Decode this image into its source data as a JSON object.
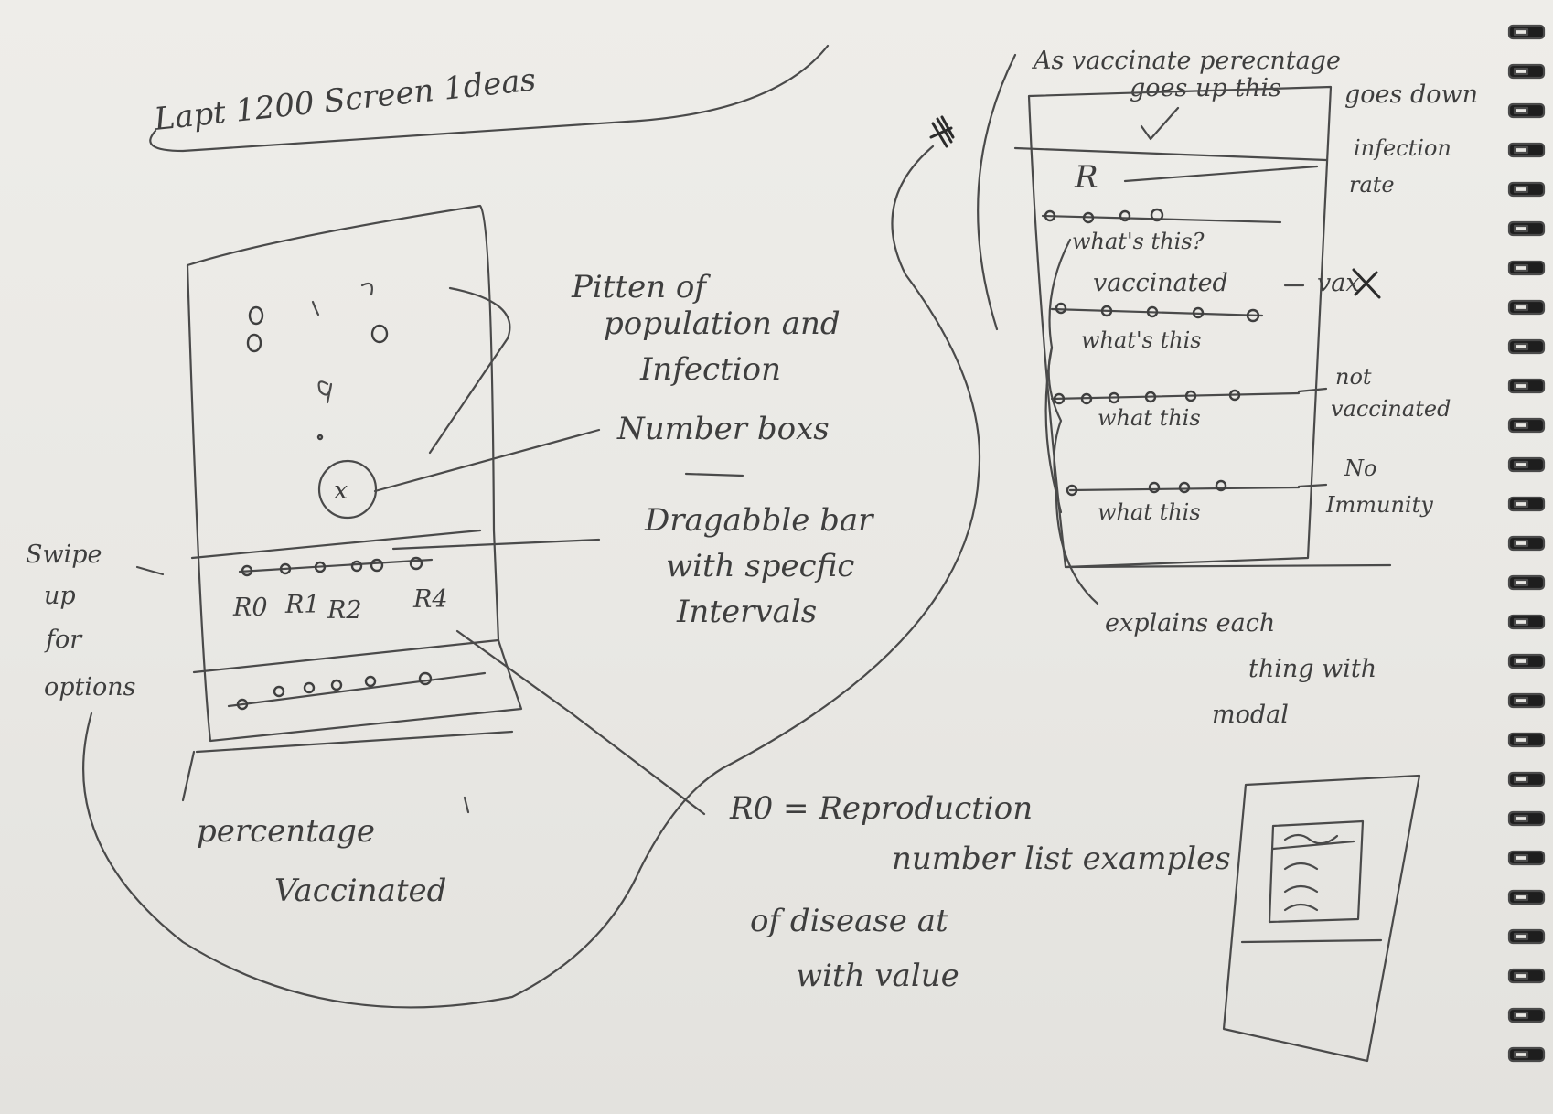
{
  "title": "Lapt 1200 Screen 1deas",
  "left_screen": {
    "population_label": "Pitten of population and Infection",
    "number_label": "Number boxs",
    "slider_label": "Dragabble bar with specfic Intervals",
    "ticks": [
      "R0",
      "R1",
      "R2",
      "R4"
    ],
    "swipe_label": "Swipe up for options",
    "percentage_label": "percentage Vaccinated"
  },
  "right_screen": {
    "header_note": "As vaccinate perecntage goes up this goes down",
    "r_symbol": "R",
    "infection_rate_label": "infection rate",
    "rows": [
      {
        "caption": "what's this?"
      },
      {
        "heading": "vaccinated",
        "caption": "what's this"
      },
      {
        "caption": "what this"
      },
      {
        "caption": "what this"
      }
    ],
    "side_labels": [
      "vax",
      "not vaccinated",
      "No Immunity"
    ],
    "explain_label": "explains each thing with modal"
  },
  "r0_note": "R0 = Reproduction number list examples of disease at with value"
}
